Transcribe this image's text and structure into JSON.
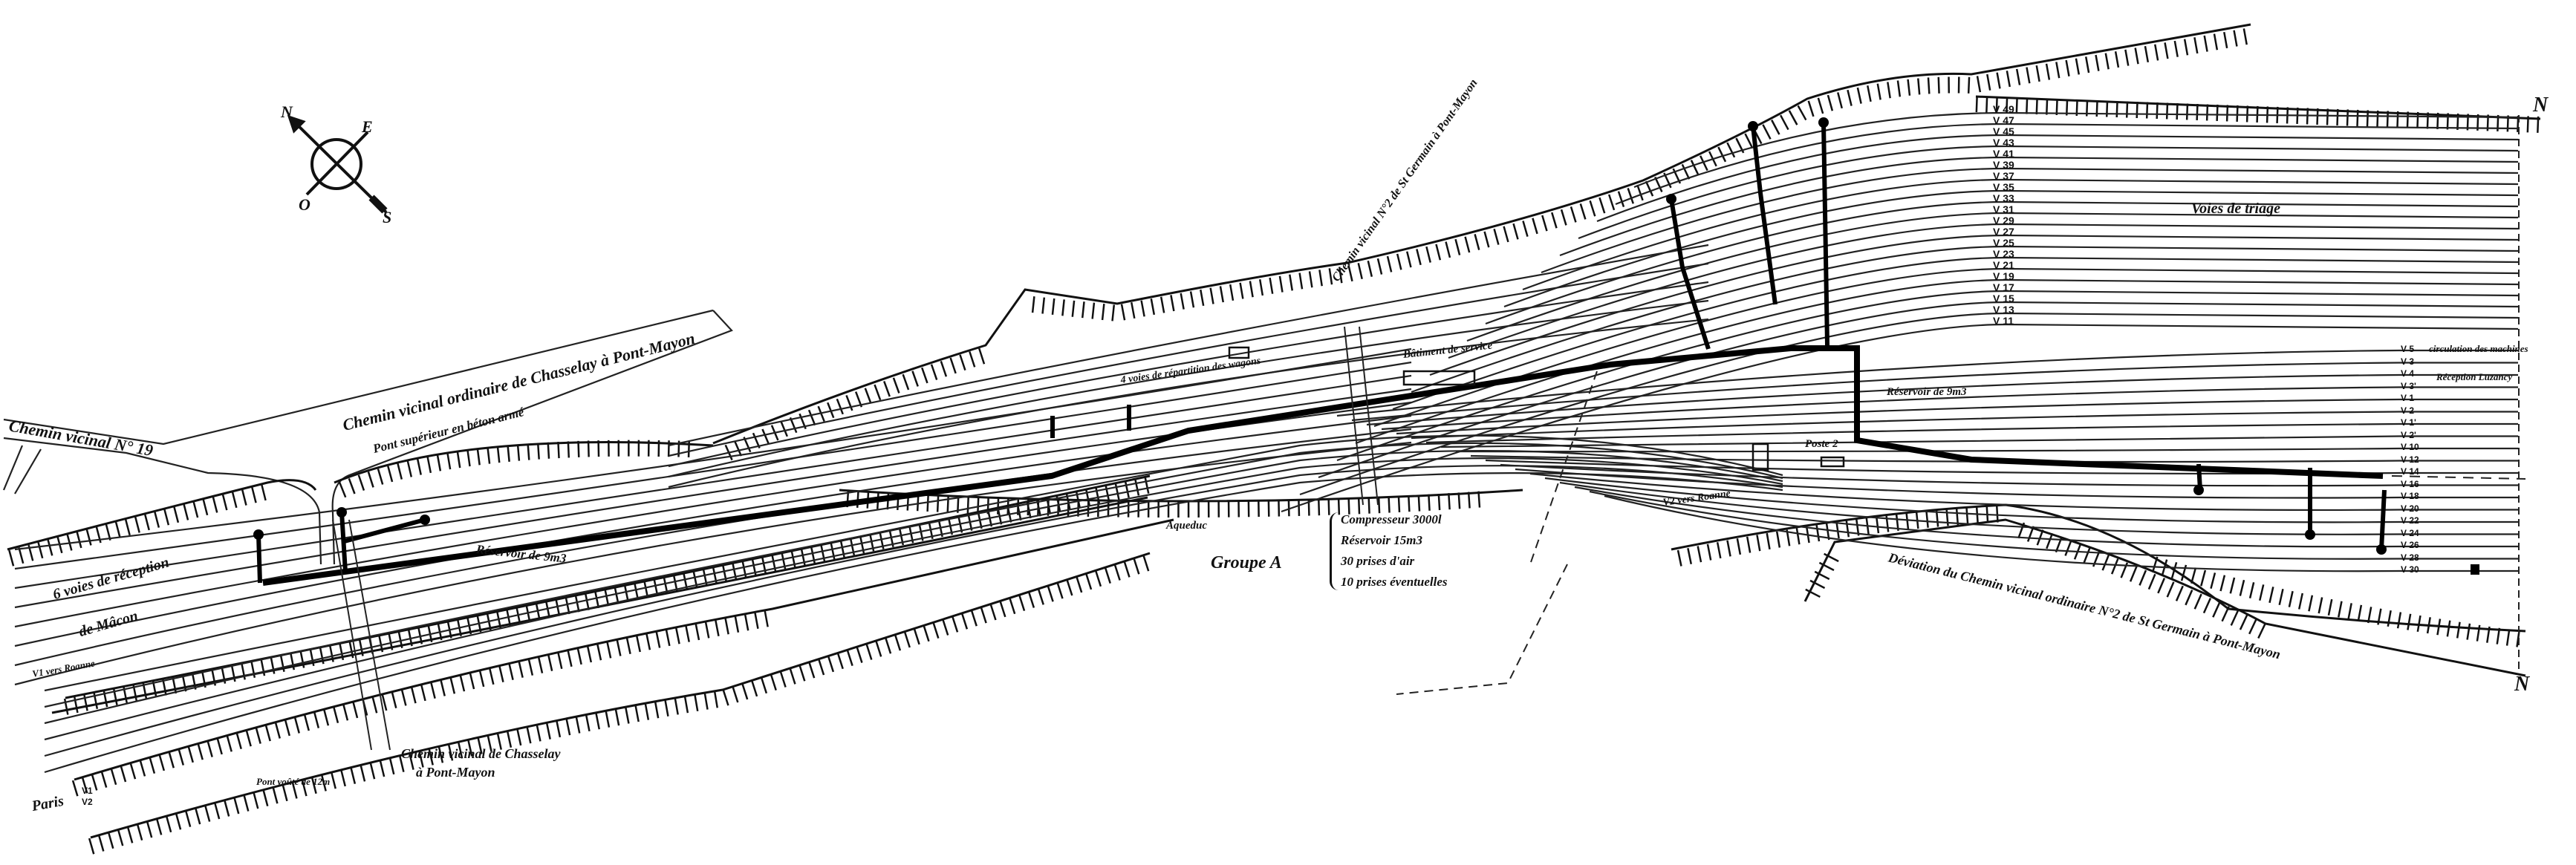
{
  "compass": {
    "north": "N",
    "east": "E",
    "west": "O",
    "south": "S"
  },
  "roads": {
    "cv19": "Chemin vicinal N° 19",
    "cv_chasselay_top": "Chemin vicinal ordinaire de Chasselay à Pont-Mayon",
    "pont_sup": "Pont supérieur en béton armé",
    "cv_stgermain": "Chemin vicinal N°2 de St Germain à Pont-Mayon",
    "cv_chasselay_bottom_1": "Chemin vicinal de Chasselay",
    "cv_chasselay_bottom_2": "à Pont-Mayon",
    "pont_voute": "Pont voûté de 12m",
    "deviation": "Déviation du Chemin vicinal ordinaire N°2 de St Germain à Pont-Mayon"
  },
  "labels": {
    "reception_1": "6 voies de réception",
    "reception_2": "de Mâcon",
    "reservoir_left": "Réservoir de 9m3",
    "reservoir_right": "Réservoir de 9m3",
    "voies_depart": "4 voies de répartition des wagons",
    "batiment": "Bâtiment de service",
    "aqueduc": "Aqueduc",
    "poste": "Poste 2",
    "v2_roanne": "V2 vers Roanne",
    "v1_roanne": "V1 vers Roanne",
    "paris": "Paris",
    "paris_v1": "V1",
    "paris_v2": "V2",
    "voies_triage": "Voies de triage",
    "circulation": "circulation des machines",
    "reception_luzancy": "Réception Luzancy",
    "edge_n_top": "N",
    "edge_n_bottom": "N"
  },
  "groupe": {
    "title": "Groupe A",
    "items": [
      "Compresseur 3000l",
      "Réservoir 15m3",
      "30 prises d'air",
      "10 prises éventuelles"
    ]
  },
  "triage_tracks": [
    "V 49",
    "V 47",
    "V 45",
    "V 43",
    "V 41",
    "V 39",
    "V 37",
    "V 35",
    "V 33",
    "V 31",
    "V 29",
    "V 27",
    "V 25",
    "V 23",
    "V 21",
    "V 19",
    "V 17",
    "V 15",
    "V 13",
    "V 11"
  ],
  "reception_tracks": [
    "V 5",
    "V 3",
    "V 4",
    "V 3'",
    "V 1",
    "V 2",
    "V 1'",
    "V 2'",
    "V 10",
    "V 12",
    "V 14",
    "V 16",
    "V 18",
    "V 20",
    "V 22",
    "V 24",
    "V 26",
    "V 28",
    "V 30"
  ]
}
